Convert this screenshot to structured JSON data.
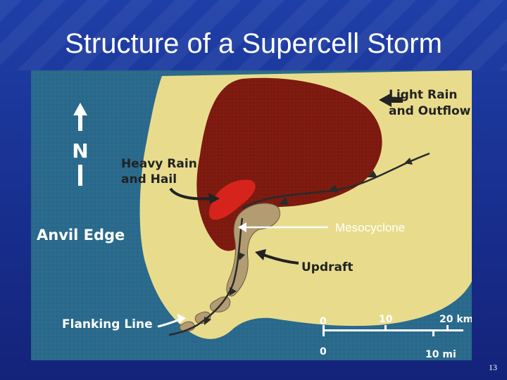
{
  "slide": {
    "title": "Structure of a Supercell Storm",
    "page_number": "13"
  },
  "diagram": {
    "north_label": "N",
    "labels": {
      "light_rain": [
        "Light Rain",
        "and Outflow"
      ],
      "heavy_rain": [
        "Heavy Rain",
        "and Hail"
      ],
      "anvil_edge": "Anvil Edge",
      "mesocyclone": "Mesocyclone",
      "updraft": "Updraft",
      "flanking_line": "Flanking Line"
    },
    "scale": {
      "km_ticks": [
        "0",
        "10",
        "20 km"
      ],
      "mi_ticks": [
        "0",
        "10 mi"
      ]
    },
    "colors": {
      "sea": "#2a6a8c",
      "anvil": "#e8dc8c",
      "rain": "#7e1a10",
      "hail": "#d6241c",
      "updraft": "#b39c72"
    }
  }
}
